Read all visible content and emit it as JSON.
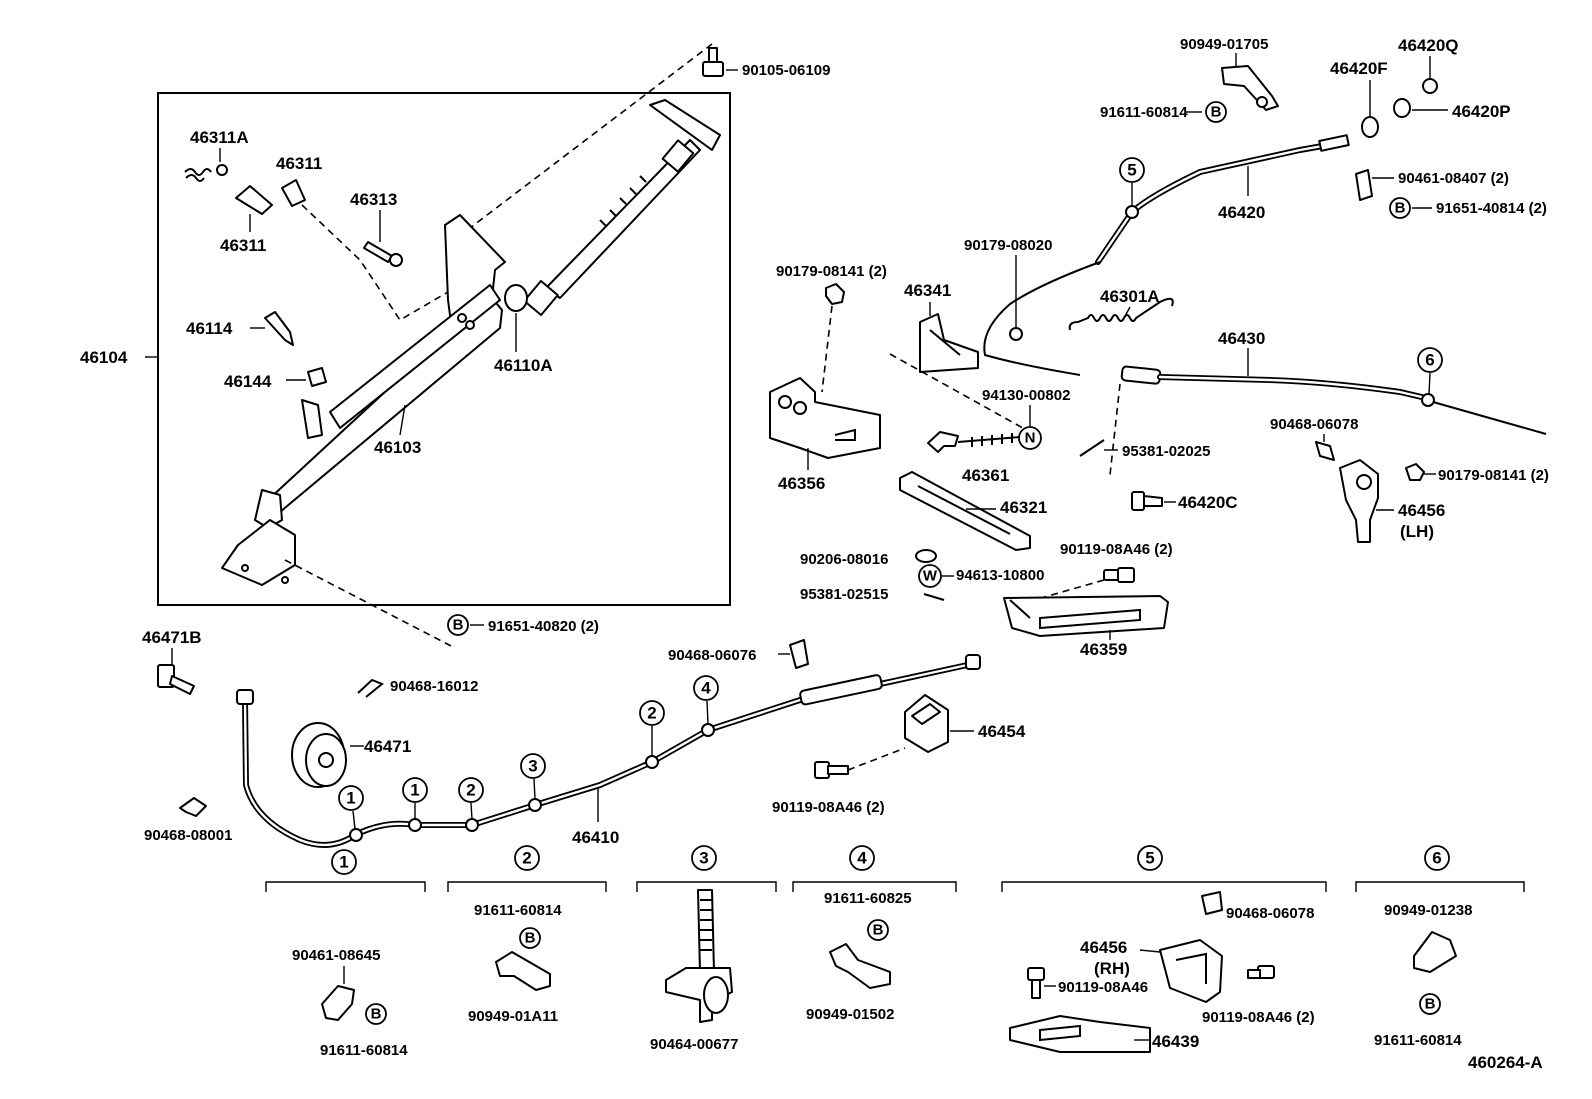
{
  "labels": {
    "p90105_06109": "90105-06109",
    "p46311A": "46311A",
    "p46311_a": "46311",
    "p46311_b": "46311",
    "p46313": "46313",
    "p46114": "46114",
    "p46144": "46144",
    "p46104": "46104",
    "p46110A": "46110A",
    "p46103": "46103",
    "p91651_40820": "91651-40820 (2)",
    "p46471B": "46471B",
    "p90468_16012": "90468-16012",
    "p46471": "46471",
    "p90468_08001": "90468-08001",
    "p46410": "46410",
    "p90468_06076": "90468-06076",
    "p46454": "46454",
    "p90119_08A46_mid": "90119-08A46 (2)",
    "p90179_08141_top": "90179-08141 (2)",
    "p46341": "46341",
    "p46356": "46356",
    "p90179_08020": "90179-08020",
    "p46301A": "46301A",
    "p94130_00802": "94130-00802",
    "p46361": "46361",
    "p46321": "46321",
    "p90206_08016": "90206-08016",
    "p94613_10800": "94613-10800",
    "p95381_02515": "95381-02515",
    "p90119_08A46_b": "90119-08A46 (2)",
    "p46359": "46359",
    "p90949_01705": "90949-01705",
    "p91611_60814_top": "91611-60814",
    "p46420Q": "46420Q",
    "p46420F": "46420F",
    "p46420P": "46420P",
    "p46420": "46420",
    "p90461_08407": "90461-08407 (2)",
    "p91651_40814": "91651-40814 (2)",
    "p46430": "46430",
    "p95381_02025": "95381-02025",
    "p46420C": "46420C",
    "p90468_06078_r": "90468-06078",
    "p90179_08141_r": "90179-08141 (2)",
    "p46456_lh": "46456",
    "p46456_lh_sub": "(LH)",
    "g2_top": "91611-60814",
    "g2_bot": "90949-01A11",
    "g1_top": "90461-08645",
    "g1_bot": "91611-60814",
    "g3_bot": "90464-00677",
    "g4_top": "91611-60825",
    "g4_bot": "90949-01502",
    "g5_clip": "90468-06078",
    "g5_46456": "46456",
    "g5_rh": "(RH)",
    "g5_bolt_a": "90119-08A46",
    "g5_bolt_b": "90119-08A46 (2)",
    "g5_46439": "46439",
    "g6_top": "90949-01238",
    "g6_bot": "91611-60814",
    "diagram_id": "460264-A"
  },
  "symbols": {
    "b": "B",
    "n": "N",
    "w": "W"
  },
  "callouts": [
    "1",
    "2",
    "3",
    "4",
    "5",
    "6"
  ]
}
